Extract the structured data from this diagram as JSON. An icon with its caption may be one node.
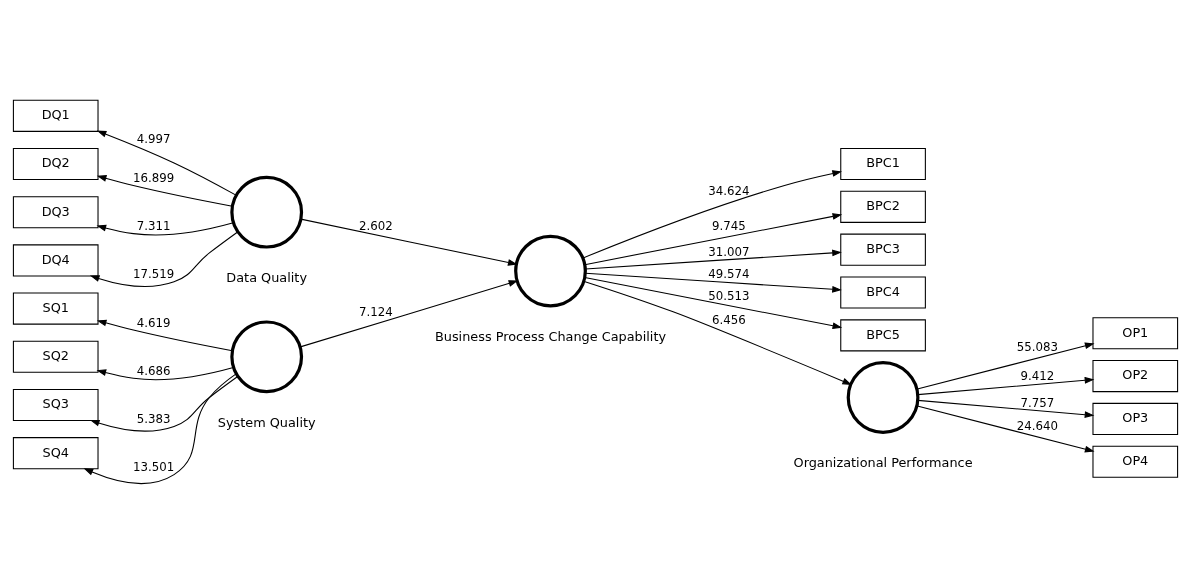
{
  "diagram": {
    "nodes": [
      {
        "text": [
          "BPC1"
        ]
      },
      {
        "text": [
          "BPC2"
        ]
      },
      {
        "text": [
          "BPC3"
        ]
      },
      {
        "text": [
          "BPC4"
        ]
      },
      {
        "text": [
          "BPC5"
        ]
      },
      {
        "text": [
          "DQ1"
        ]
      },
      {
        "text": [
          "DQ2"
        ]
      },
      {
        "text": [
          "DQ3"
        ]
      },
      {
        "text": [
          "DQ4"
        ]
      },
      {
        "text": [],
        "shape": "circle",
        "beside": [
          "Data Quality"
        ]
      },
      {
        "text": [],
        "shape": "circle",
        "beside": [
          "Business Process Change Capability"
        ]
      },
      {
        "text": [
          "OP1"
        ]
      },
      {
        "text": [
          "OP2"
        ]
      },
      {
        "text": [
          "OP3"
        ]
      },
      {
        "text": [
          "OP4"
        ]
      },
      {
        "text": [],
        "shape": "circle",
        "beside": [
          "Organizational Performance"
        ]
      },
      {
        "text": [
          "SQ1"
        ]
      },
      {
        "text": [
          "SQ2"
        ]
      },
      {
        "text": [
          "SQ3"
        ]
      },
      {
        "text": [
          "SQ4"
        ]
      },
      {
        "text": [],
        "shape": "circle",
        "beside": [
          "System Quality"
        ]
      }
    ],
    "edges": [
      {
        "from": 10,
        "to": 0,
        "arrow": "to",
        "label": "34.624"
      },
      {
        "from": 10,
        "to": 1,
        "arrow": "to",
        "label": "9.745"
      },
      {
        "from": 10,
        "to": 2,
        "arrow": "to",
        "label": "31.007"
      },
      {
        "from": 10,
        "to": 3,
        "arrow": "to",
        "label": "49.574"
      },
      {
        "from": 10,
        "to": 4,
        "arrow": "to",
        "label": "50.513"
      },
      {
        "from": 9,
        "to": 5,
        "arrow": "to",
        "label": "4.997"
      },
      {
        "from": 9,
        "to": 6,
        "arrow": "to",
        "label": "16.899"
      },
      {
        "from": 9,
        "to": 7,
        "arrow": "to",
        "label": "7.311"
      },
      {
        "from": 9,
        "to": 8,
        "arrow": "to",
        "label": "17.519"
      },
      {
        "from": 9,
        "to": 10,
        "arrow": "to",
        "label": "2.602"
      },
      {
        "from": 10,
        "to": 15,
        "arrow": "to",
        "label": "6.456"
      },
      {
        "from": 15,
        "to": 11,
        "arrow": "to",
        "label": "55.083"
      },
      {
        "from": 15,
        "to": 12,
        "arrow": "to",
        "label": "9.412"
      },
      {
        "from": 15,
        "to": 13,
        "arrow": "to",
        "label": "7.757"
      },
      {
        "from": 15,
        "to": 14,
        "arrow": "to",
        "label": "24.640"
      },
      {
        "from": 20,
        "to": 10,
        "arrow": "to",
        "label": "7.124"
      },
      {
        "from": 20,
        "to": 16,
        "arrow": "to",
        "label": "4.619"
      },
      {
        "from": 20,
        "to": 17,
        "arrow": "to",
        "label": "4.686"
      },
      {
        "from": 20,
        "to": 18,
        "arrow": "to",
        "label": "5.383"
      },
      {
        "from": 20,
        "to": 19,
        "arrow": "to",
        "label": "13.501"
      }
    ]
  }
}
